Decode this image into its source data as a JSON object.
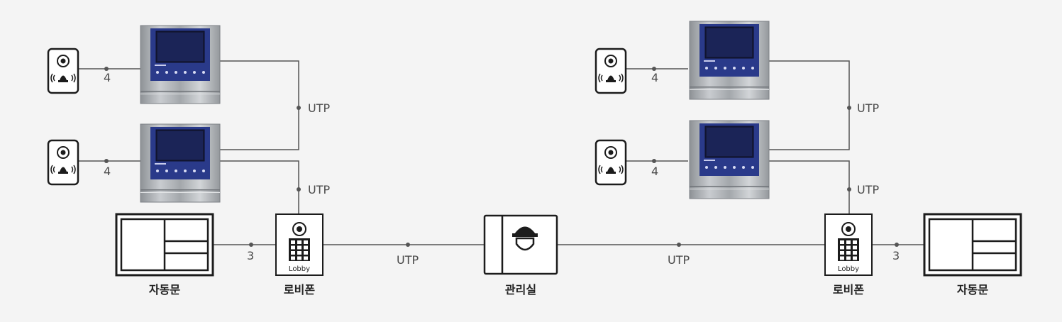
{
  "labels": {
    "cable_utp": "UTP",
    "wire_4": "4",
    "wire_3": "3",
    "lobby_text": "Lobby",
    "auto_door": "자동문",
    "lobby_phone": "로비폰",
    "guard_room": "관리실"
  },
  "colors": {
    "background": "#f4f4f4",
    "line": "#555555",
    "screen": "#1b2457",
    "panel": "#2a3a8a"
  }
}
